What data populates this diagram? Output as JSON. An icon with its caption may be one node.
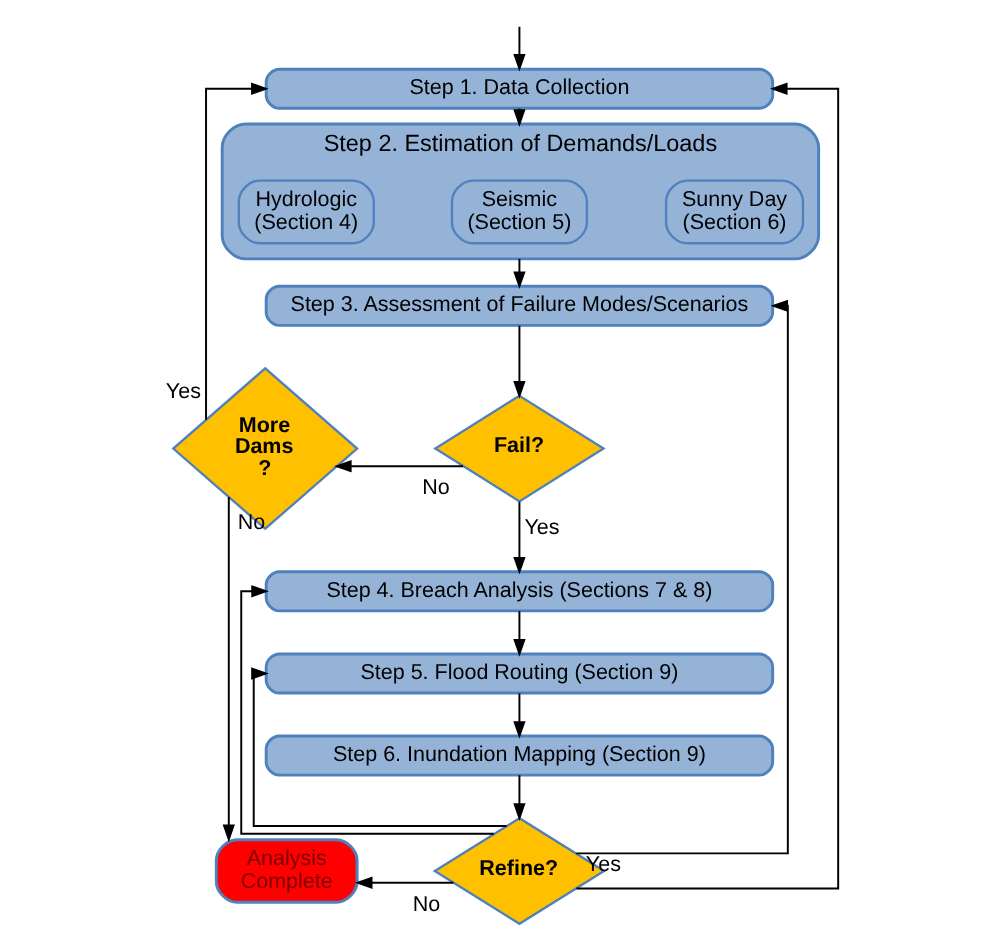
{
  "diagram": {
    "nodes": [
      {
        "text": [
          "Step 1. Data Collection"
        ]
      },
      {
        "text": [
          "Step 2. Estimation of Demands/Loads"
        ]
      },
      {
        "text": [
          "Hydrologic (Section 4)"
        ],
        "in": 1
      },
      {
        "text": [
          "Seismic (Section 5)"
        ],
        "in": 1
      },
      {
        "text": [
          "Sunny Day (Section 6)"
        ],
        "in": 1
      },
      {
        "text": [
          "Step 3. Assessment of Failure Modes/Scenarios"
        ]
      },
      {
        "text": [
          "Fail?"
        ]
      },
      {
        "text": [
          "More Dams ?"
        ]
      },
      {
        "text": [
          "Step 4. Breach Analysis (Sections 7 & 8)"
        ]
      },
      {
        "text": [
          "Step 5. Flood Routing (Section 9)"
        ]
      },
      {
        "text": [
          "Step 6. Inundation Mapping (Section 9)"
        ]
      },
      {
        "text": [
          "Refine?"
        ]
      },
      {
        "text": [
          "Analysis Complete"
        ]
      }
    ],
    "edges": [
      {
        "from": null,
        "to": 0,
        "arrow": "to"
      },
      {
        "from": 0,
        "to": 1,
        "arrow": "to"
      },
      {
        "from": 1,
        "to": 5,
        "arrow": "to"
      },
      {
        "from": 5,
        "to": 6,
        "arrow": "to"
      },
      {
        "from": 6,
        "to": 7,
        "arrow": "to",
        "label": "No"
      },
      {
        "from": 6,
        "to": 8,
        "arrow": "to",
        "label": "Yes"
      },
      {
        "from": 7,
        "to": 0,
        "arrow": "to",
        "label": "Yes"
      },
      {
        "from": 7,
        "to": 12,
        "arrow": "to",
        "label": "No"
      },
      {
        "from": 8,
        "to": 9,
        "arrow": "to"
      },
      {
        "from": 9,
        "to": 10,
        "arrow": "to"
      },
      {
        "from": 10,
        "to": 11,
        "arrow": "to"
      },
      {
        "from": 11,
        "to": 12,
        "arrow": "to",
        "label": "No"
      },
      {
        "from": 11,
        "to": 0,
        "arrow": "to",
        "label": "Yes"
      },
      {
        "from": 11,
        "to": 5,
        "arrow": "to"
      },
      {
        "from": 11,
        "to": 8,
        "arrow": "to"
      },
      {
        "from": 11,
        "to": 9,
        "arrow": "to"
      }
    ]
  }
}
